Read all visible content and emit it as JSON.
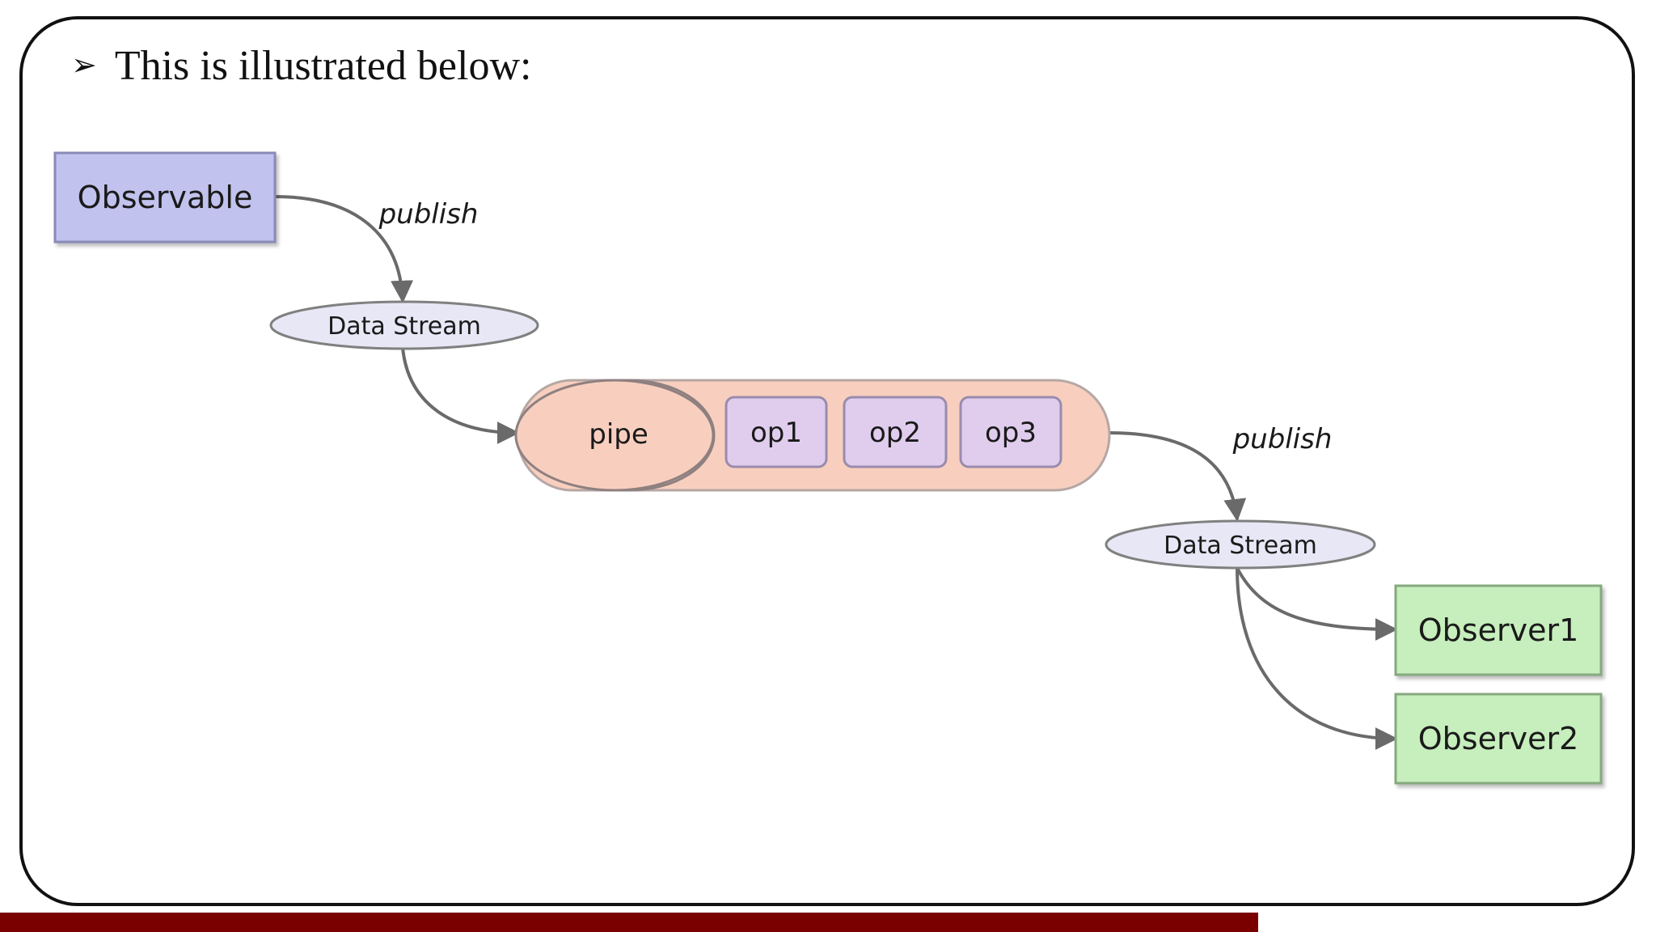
{
  "slide": {
    "bullet_text": "This is illustrated below:",
    "footer_color": "#7a0000"
  },
  "diagram": {
    "observable_label": "Observable",
    "publish_label_1": "publish",
    "stream_label_1": "Data Stream",
    "pipe_label": "pipe",
    "operators": [
      "op1",
      "op2",
      "op3"
    ],
    "publish_label_2": "publish",
    "stream_label_2": "Data Stream",
    "observer_labels": [
      "Observer1",
      "Observer2"
    ],
    "colors": {
      "observable_fill": "#c2c2ee",
      "stream_fill": "#e7e7f6",
      "pipe_fill": "#f8cfbf",
      "operator_fill": "#e0cdee",
      "observer_fill": "#c7eebd",
      "arrow": "#6a6a6a"
    }
  }
}
